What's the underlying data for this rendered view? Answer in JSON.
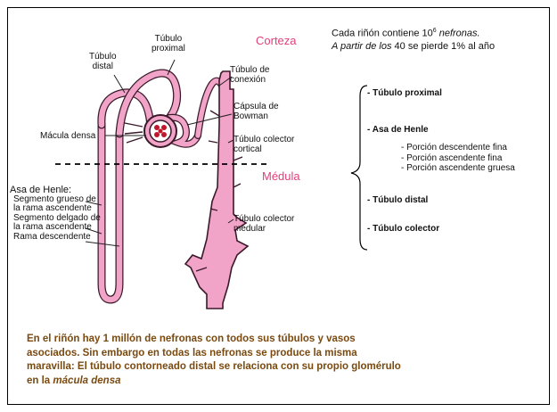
{
  "diagram": {
    "zones": {
      "cortex": "Corteza",
      "medulla": "Médula"
    },
    "labels": {
      "tubulo_proximal": "Túbulo\nproximal",
      "tubulo_distal": "Túbulo\ndistal",
      "tubulo_conexion": "Túbulo de\nconexión",
      "capsula_bowman": "Cápsula de\nBowman",
      "macula_densa": "Mácula densa",
      "colector_cortical": "Túbulo colector\ncortical",
      "colector_medular": "Túbulo colector\nmedular"
    },
    "henle": {
      "title": "Asa de Henle:",
      "items": [
        "Segmento grueso de",
        "la rama ascendente",
        "Segmento delgado de",
        "la rama ascendente",
        "Rama descendente"
      ]
    },
    "colors": {
      "tubule": "#f2a3c8",
      "tubule_outline": "#3a1a2a",
      "zone_label": "#e0407a"
    }
  },
  "info": {
    "line1_pre": "Cada riñón contiene 10",
    "line1_sup": "6",
    "line1_em": "nefronas.",
    "line2_pre": "A partir de los",
    "line2_num": "40",
    "line2_post": "se pierde 1% al año"
  },
  "structure_list": {
    "items": [
      "- Túbulo proximal",
      "- Asa de Henle",
      "- Túbulo distal",
      "- Túbulo colector"
    ],
    "henle_sub": [
      "- Porción descendente fina",
      "- Porción ascendente fina",
      "- Porción ascendente gruesa"
    ]
  },
  "summary": {
    "text": "En el riñón hay 1 millón de nefronas con todos sus túbulos y vasos asociados. Sin embargo en todas las nefronas se produce la misma maravilla: El túbulo contorneado distal se relaciona con su propio glomérulo en la",
    "em": "mácula densa",
    "color": "#7a4a10"
  }
}
